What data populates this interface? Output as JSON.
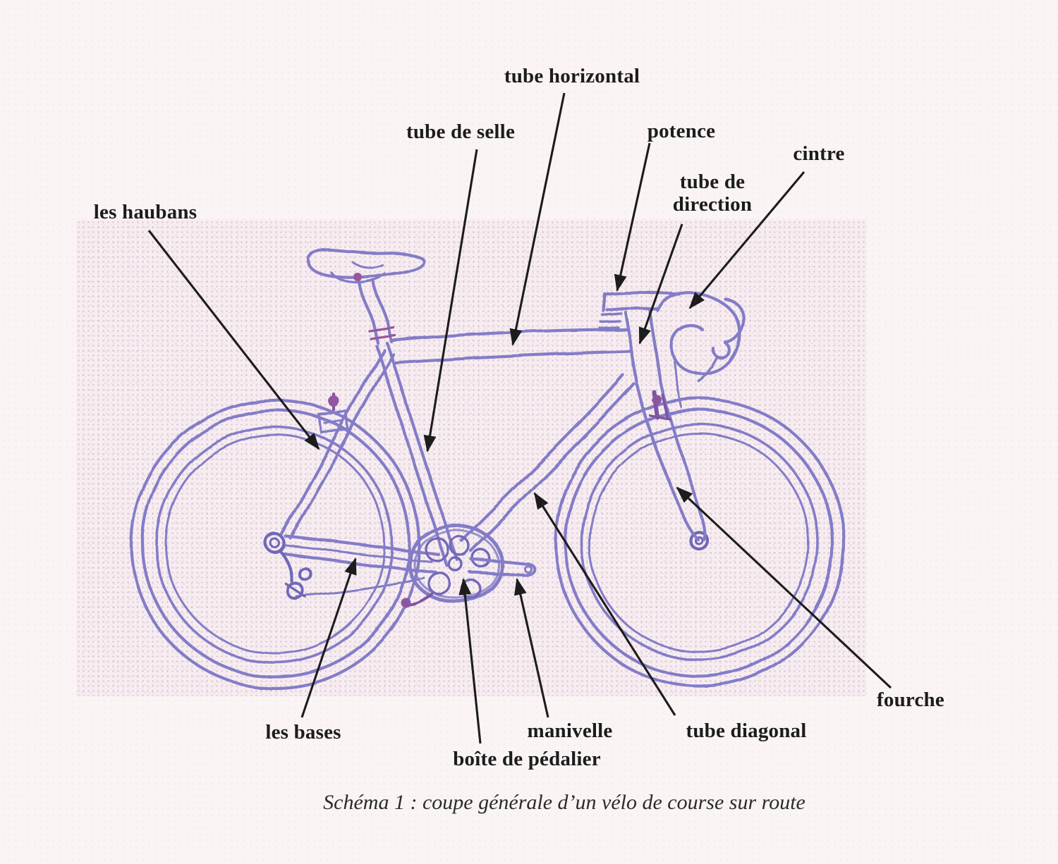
{
  "diagram": {
    "labels": {
      "tube_horizontal": "tube horizontal",
      "tube_de_selle": "tube de selle",
      "potence": "potence",
      "tube_de_direction": "tube de direction",
      "cintre": "cintre",
      "les_haubans": "les haubans",
      "les_bases": "les bases",
      "boite_de_pedalier": "boîte de pédalier",
      "manivelle": "manivelle",
      "tube_diagonal": "tube diagonal",
      "fourche": "fourche"
    },
    "caption": "Schéma 1 : coupe générale d’un vélo de course sur route",
    "colors": {
      "ink": "#837cc7",
      "ink_dark": "#7168b8",
      "ink_accent": "#96599b",
      "annotation": "#1c1c1c",
      "paper": "#faf5f4"
    }
  }
}
